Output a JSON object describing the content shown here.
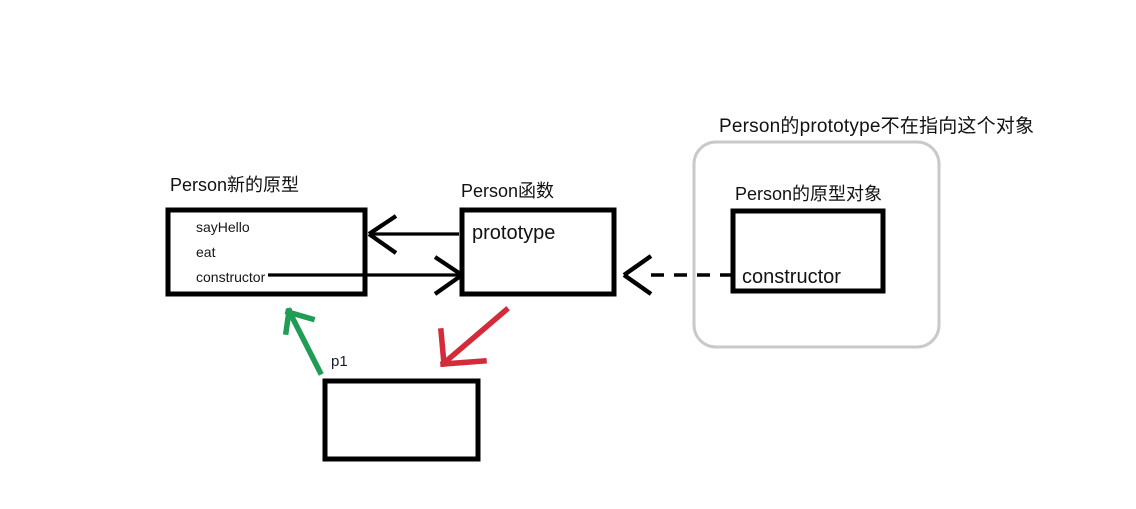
{
  "diagram": {
    "type": "javascript-prototype-relationship-diagram",
    "background_color": "#ffffff",
    "stroke_color": "#000000",
    "green_arrow_color": "#1f9d55",
    "red_arrow_color": "#d42b3a",
    "group_border_color": "#c9c9c9"
  },
  "annotations": {
    "group_caption": "Person的prototype不在指向这个对象"
  },
  "boxes": [
    {
      "id": "new-prototype",
      "title": "Person新的原型",
      "members": [
        "sayHello",
        "eat",
        "constructor"
      ]
    },
    {
      "id": "person-function",
      "title": "Person函数",
      "members": [
        "prototype"
      ]
    },
    {
      "id": "original-prototype",
      "title": "Person的原型对象",
      "members": [
        "constructor"
      ]
    },
    {
      "id": "instance",
      "title": "p1",
      "members": []
    }
  ],
  "connections": [
    {
      "id": "prototype-to-new-prototype",
      "from": "person-function.prototype",
      "to": "new-prototype",
      "style": "solid",
      "direction": "left"
    },
    {
      "id": "constructor-to-person-function",
      "from": "new-prototype.constructor",
      "to": "person-function",
      "style": "solid",
      "direction": "right"
    },
    {
      "id": "original-constructor-to-person-function",
      "from": "original-prototype.constructor",
      "to": "person-function",
      "style": "dashed",
      "direction": "left"
    },
    {
      "id": "instance-to-new-prototype",
      "from": "instance",
      "to": "new-prototype",
      "style": "freehand",
      "color": "#1f9d55"
    },
    {
      "id": "person-function-to-instance",
      "from": "person-function",
      "to": "instance",
      "style": "freehand",
      "color": "#d42b3a"
    }
  ]
}
